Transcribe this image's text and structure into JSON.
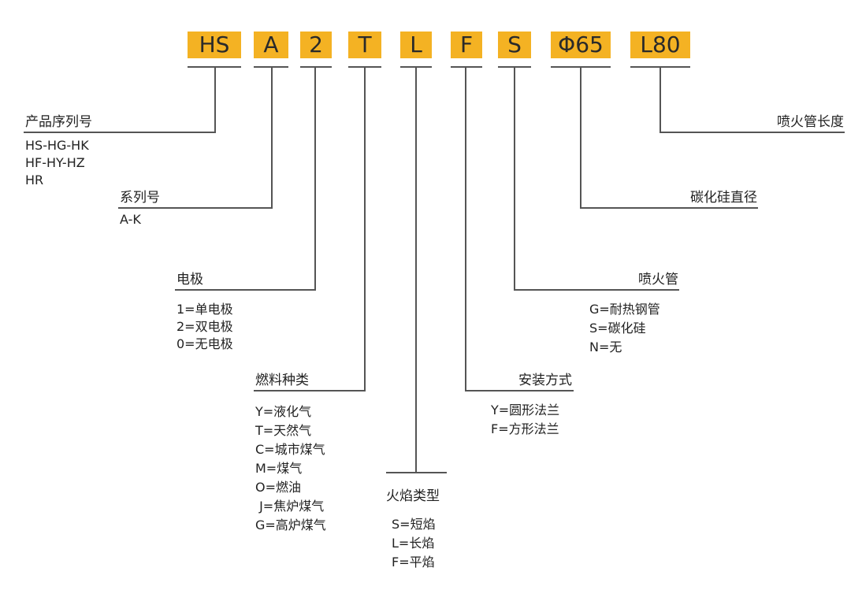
{
  "codes": [
    "HS",
    "A",
    "2",
    "T",
    "L",
    "F",
    "S",
    "Φ65",
    "L80"
  ],
  "sections": {
    "product_series": {
      "title": "产品序列号",
      "options": [
        "HS-HG-HK",
        "HF-HY-HZ",
        "HR"
      ]
    },
    "series_no": {
      "title": "系列号",
      "options": [
        "A-K"
      ]
    },
    "electrode": {
      "title": "电极",
      "options": [
        "1=单电极",
        "2=双电极",
        "0=无电极"
      ]
    },
    "fuel_type": {
      "title": "燃料种类",
      "options": [
        "Y=液化气",
        "T=天然气",
        "C=城市煤气",
        "M=煤气",
        "O=燃油",
        " J=焦炉煤气",
        "G=高炉煤气"
      ]
    },
    "flame_type": {
      "title": "火焰类型",
      "options": [
        "S=短焰",
        "L=长焰",
        "F=平焰"
      ]
    },
    "install_method": {
      "title": "安装方式",
      "options": [
        "Y=圆形法兰",
        "F=方形法兰"
      ]
    },
    "nozzle": {
      "title": "喷火管",
      "options": [
        "G=耐热钢管",
        "S=碳化硅",
        "N=无"
      ]
    },
    "sic_diameter": {
      "title": "碳化硅直径"
    },
    "nozzle_length": {
      "title": "喷火管长度"
    }
  },
  "colors": {
    "code_box": "#f4b223",
    "line": "#555555"
  }
}
